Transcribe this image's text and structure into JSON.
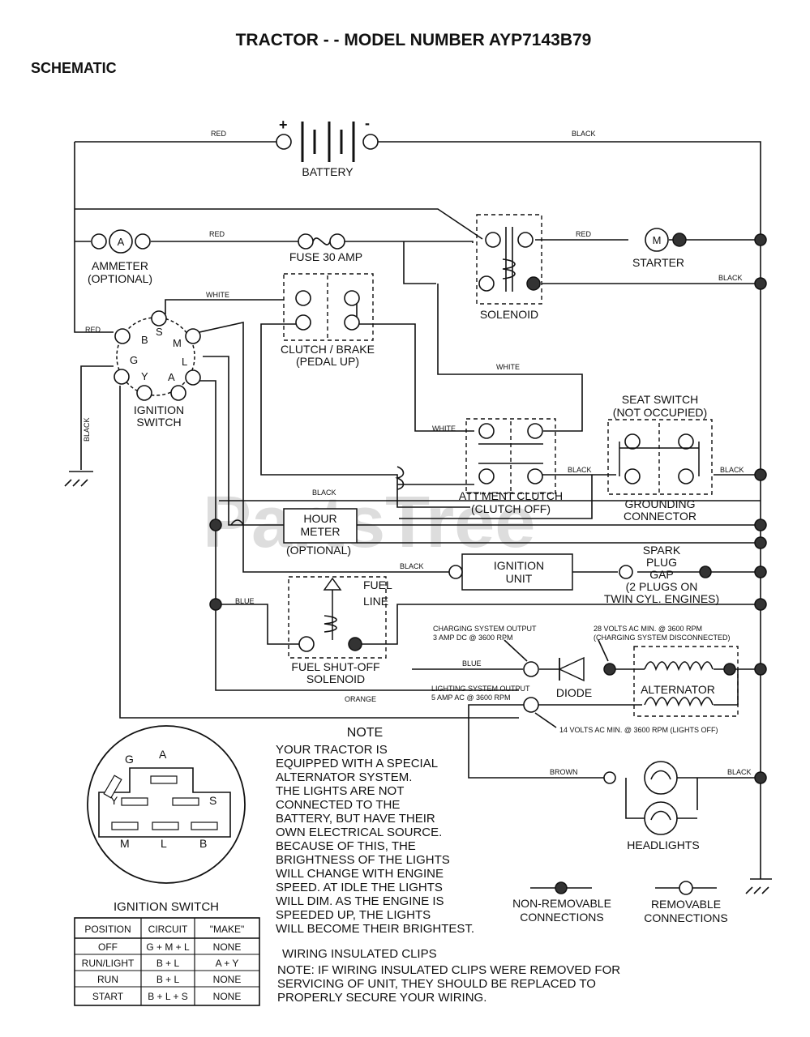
{
  "title": "TRACTOR - - MODEL NUMBER AYP7143B79",
  "subtitle": "SCHEMATIC",
  "watermark": "PartsTree",
  "components": {
    "battery": "BATTERY",
    "battery_plus": "+",
    "battery_minus": "-",
    "ammeter_symbol": "A",
    "ammeter": "AMMETER",
    "ammeter_optional": "(OPTIONAL)",
    "fuse": "FUSE 30 AMP",
    "solenoid": "SOLENOID",
    "starter_symbol": "M",
    "starter": "STARTER",
    "clutch_brake_1": "CLUTCH / BRAKE",
    "clutch_brake_2": "(PEDAL UP)",
    "ignition_switch_1": "IGNITION",
    "ignition_switch_2": "SWITCH",
    "seat_switch_1": "SEAT SWITCH",
    "seat_switch_2": "(NOT OCCUPIED)",
    "grounding_1": "GROUNDING",
    "grounding_2": "CONNECTOR",
    "attment_1": "ATT'MENT CLUTCH",
    "attment_2": "(CLUTCH OFF)",
    "hour_meter_1": "HOUR",
    "hour_meter_2": "METER",
    "hour_meter_3": "(OPTIONAL)",
    "ignition_unit_1": "IGNITION",
    "ignition_unit_2": "UNIT",
    "spark_1": "SPARK",
    "spark_2": "PLUG",
    "spark_3": "GAP",
    "spark_4": "(2 PLUGS ON",
    "spark_5": "TWIN CYL. ENGINES)",
    "fuel_line_1": "FUEL",
    "fuel_line_2": "LINE",
    "fuel_solenoid_1": "FUEL SHUT-OFF",
    "fuel_solenoid_2": "SOLENOID",
    "diode": "DIODE",
    "alternator": "ALTERNATOR",
    "headlights": "HEADLIGHTS",
    "charging_output_1": "CHARGING SYSTEM OUTPUT",
    "charging_output_2": "3 AMP DC @ 3600 RPM",
    "volts28_1": "28 VOLTS AC MIN. @ 3600 RPM",
    "volts28_2": "(CHARGING SYSTEM DISCONNECTED)",
    "lighting_output_1": "LIGHTING SYSTEM OUTPUT",
    "lighting_output_2": "5 AMP AC @ 3600 RPM",
    "volts14": "14 VOLTS AC MIN. @ 3600 RPM (LIGHTS OFF)",
    "ign_terminals": [
      "B",
      "S",
      "M",
      "G",
      "L",
      "Y",
      "A"
    ]
  },
  "wire_colors": {
    "red": "RED",
    "black": "BLACK",
    "white": "WHITE",
    "blue": "BLUE",
    "orange": "ORANGE",
    "brown": "BROWN"
  },
  "legend": {
    "non_removable_1": "NON-REMOVABLE",
    "non_removable_2": "CONNECTIONS",
    "removable_1": "REMOVABLE",
    "removable_2": "CONNECTIONS"
  },
  "note": {
    "heading": "NOTE",
    "lines": [
      "YOUR TRACTOR IS",
      "EQUIPPED WITH A SPECIAL",
      "ALTERNATOR SYSTEM.",
      "THE LIGHTS ARE NOT",
      "CONNECTED TO THE",
      "BATTERY, BUT HAVE THEIR",
      "OWN ELECTRICAL SOURCE.",
      "BECAUSE OF THIS, THE",
      "BRIGHTNESS OF THE LIGHTS",
      "WILL CHANGE WITH ENGINE",
      "SPEED.  AT IDLE THE LIGHTS",
      "WILL DIM.  AS THE ENGINE IS",
      "SPEEDED UP, THE LIGHTS",
      "WILL BECOME THEIR BRIGHTEST."
    ]
  },
  "clips": {
    "heading": "WIRING INSULATED CLIPS",
    "lines": [
      "NOTE: IF WIRING INSULATED CLIPS WERE REMOVED FOR",
      "SERVICING OF UNIT, THEY SHOULD BE REPLACED TO",
      "PROPERLY SECURE YOUR WIRING."
    ]
  },
  "ignition_switch_table": {
    "heading": "IGNITION SWITCH",
    "headers": [
      "POSITION",
      "CIRCUIT",
      "\"MAKE\""
    ],
    "rows": [
      [
        "OFF",
        "G + M + L",
        "NONE"
      ],
      [
        "RUN/LIGHT",
        "B + L",
        "A + Y"
      ],
      [
        "RUN",
        "B + L",
        "NONE"
      ],
      [
        "START",
        "B + L + S",
        "NONE"
      ]
    ]
  },
  "switch_face": [
    "G",
    "A",
    "Y",
    "S",
    "M",
    "L",
    "B"
  ]
}
